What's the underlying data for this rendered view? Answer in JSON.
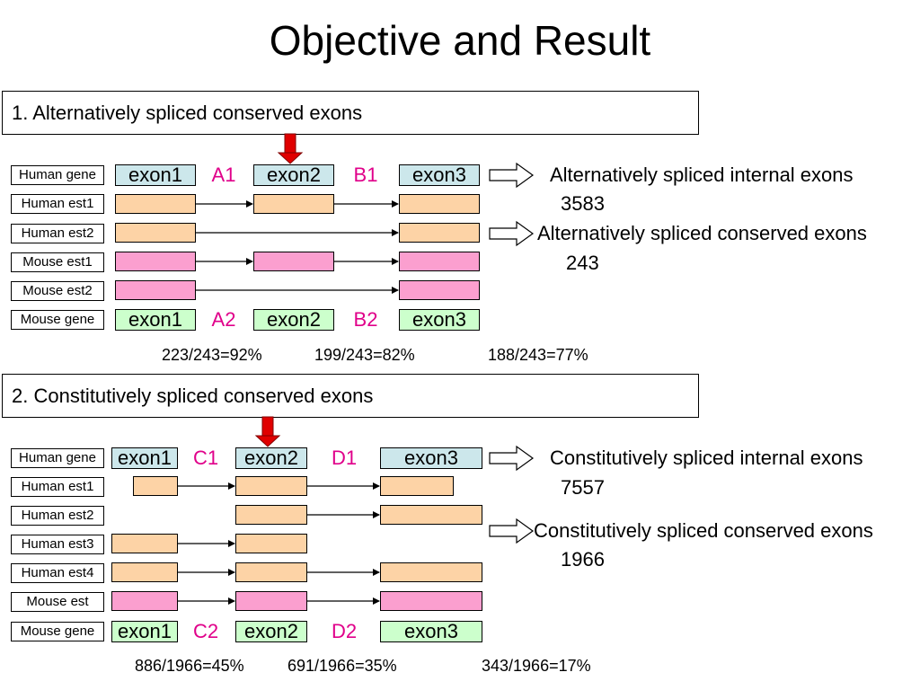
{
  "title": "Objective and Result",
  "section1": {
    "heading": "1. Alternatively spliced conserved exons",
    "rows": [
      "Human gene",
      "Human est1",
      "Human est2",
      "Mouse est1",
      "Mouse est2",
      "Mouse gene"
    ],
    "human_exons": [
      "exon1",
      "exon2",
      "exon3"
    ],
    "mouse_exons": [
      "exon1",
      "exon2",
      "exon3"
    ],
    "human_links": [
      "A1",
      "B1"
    ],
    "mouse_links": [
      "A2",
      "B2"
    ],
    "results": [
      {
        "label": "Alternatively spliced internal exons",
        "value": "3583"
      },
      {
        "label": "Alternatively spliced conserved exons",
        "value": "243"
      }
    ],
    "percentages": [
      "223/243=92%",
      "199/243=82%",
      "188/243=77%"
    ]
  },
  "section2": {
    "heading": "2. Constitutively spliced conserved exons",
    "rows": [
      "Human gene",
      "Human est1",
      "Human est2",
      "Human est3",
      "Human est4",
      "Mouse est",
      "Mouse gene"
    ],
    "human_exons": [
      "exon1",
      "exon2",
      "exon3"
    ],
    "mouse_exons": [
      "exon1",
      "exon2",
      "exon3"
    ],
    "human_links": [
      "C1",
      "D1"
    ],
    "mouse_links": [
      "C2",
      "D2"
    ],
    "results": [
      {
        "label": "Constitutively spliced internal exons",
        "value": "7557"
      },
      {
        "label": "Constitutively spliced conserved exons",
        "value": "1966"
      }
    ],
    "percentages": [
      "886/1966=45%",
      "691/1966=35%",
      "343/1966=17%"
    ]
  },
  "colors": {
    "human_exon": "#cce7eb",
    "mouse_exon": "#ccffcc",
    "human_est": "#fdd3a6",
    "mouse_est": "#fb9fcf",
    "link_label": "#e0008a",
    "pointer_arrow": "#e00000"
  }
}
